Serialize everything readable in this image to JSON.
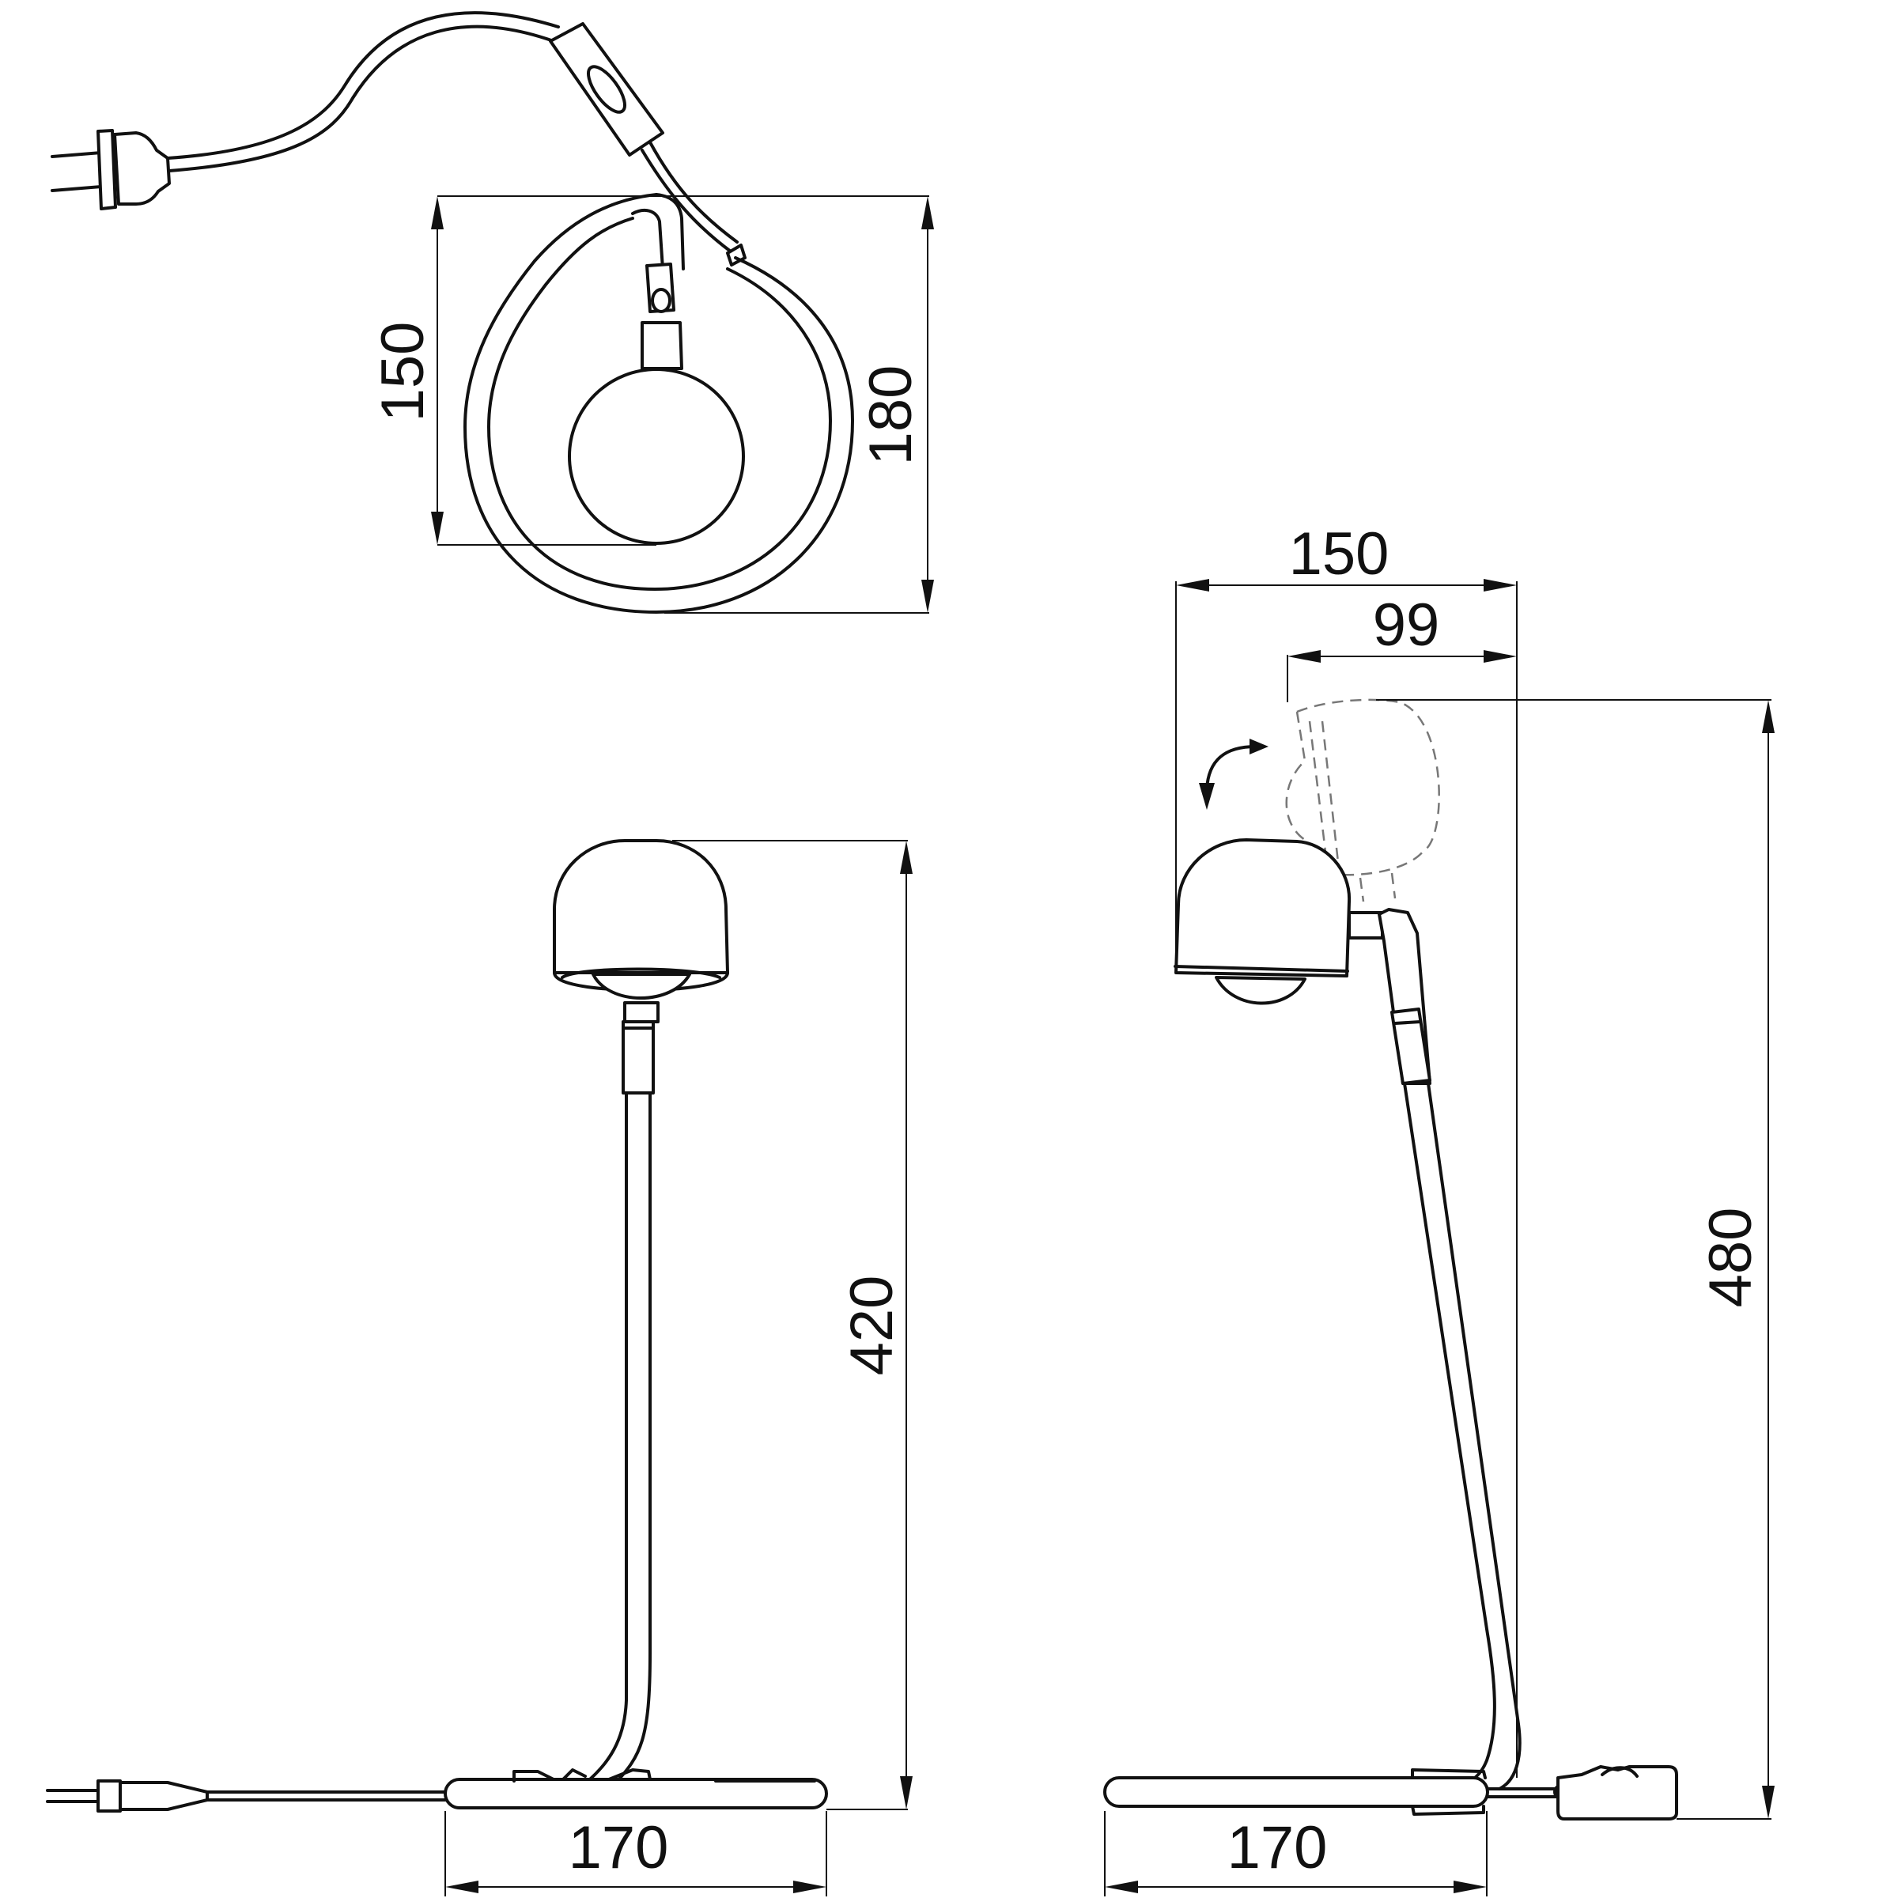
{
  "dimensions": {
    "top_view_depth": "150",
    "top_view_width": "180",
    "front_view_height": "420",
    "front_view_base": "170",
    "side_view_width": "150",
    "side_view_head_offset": "99",
    "side_view_max_height": "480",
    "side_view_base": "170"
  },
  "colors": {
    "line": "#111111",
    "ghost": "#777777",
    "background": "#ffffff"
  },
  "icons": [
    "plug-icon",
    "switch-icon",
    "rotation-arrow-icon"
  ]
}
